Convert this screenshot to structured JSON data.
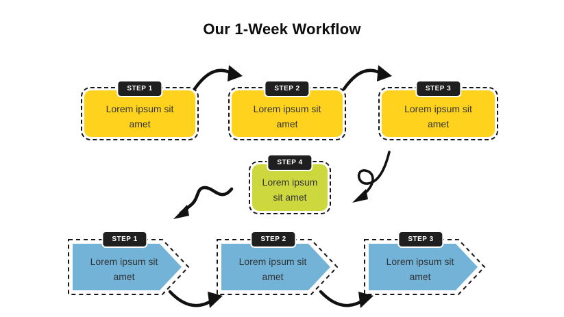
{
  "title": "Our 1-Week Workflow",
  "colors": {
    "yellow": "#FFD21E",
    "green": "#CDD83E",
    "blue": "#74B3D8",
    "badge_bg": "#1F1F1F",
    "badge_text": "#FFFFFF",
    "outline": "#111111",
    "body_text": "#333333"
  },
  "top_row": {
    "steps": [
      {
        "badge": "STEP 1",
        "text": "Lorem ipsum sit amet"
      },
      {
        "badge": "STEP 2",
        "text": "Lorem ipsum sit amet"
      },
      {
        "badge": "STEP 3",
        "text": "Lorem ipsum sit amet"
      }
    ]
  },
  "middle_step": {
    "badge": "STEP 4",
    "text": "Lorem ipsum sit amet"
  },
  "bottom_row": {
    "steps": [
      {
        "badge": "STEP 1",
        "text": "Lorem ipsum sit amet"
      },
      {
        "badge": "STEP 2",
        "text": "Lorem ipsum sit amet"
      },
      {
        "badge": "STEP 3",
        "text": "Lorem ipsum sit amet"
      }
    ]
  }
}
